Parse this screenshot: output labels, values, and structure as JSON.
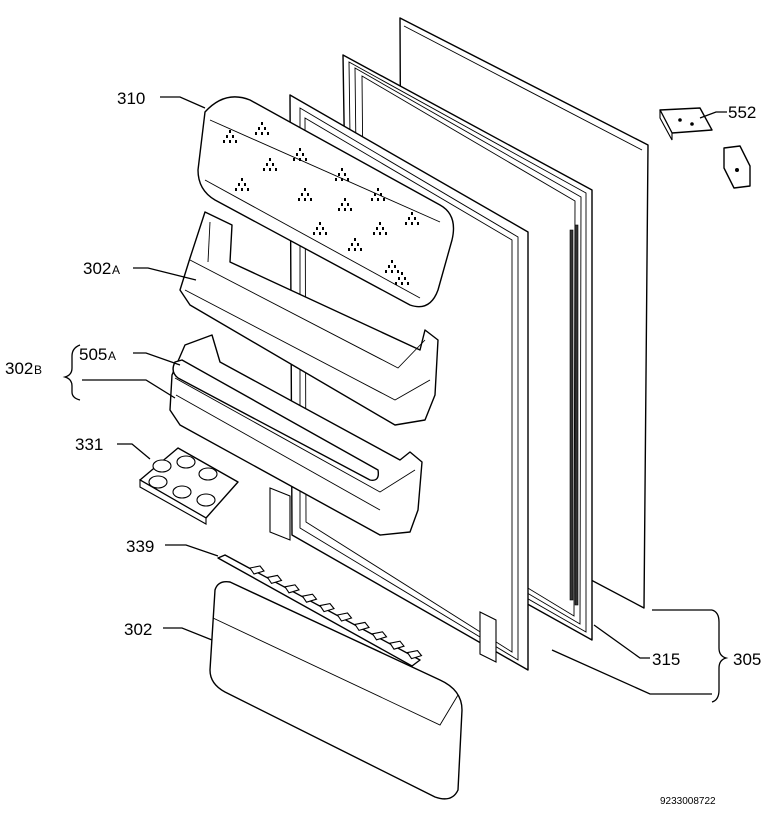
{
  "labels": {
    "l310": "310",
    "l302A_num": "302",
    "l302A_sub": "A",
    "l302B_num": "302",
    "l302B_sub": "B",
    "l505A_num": "505",
    "l505A_sub": "A",
    "l331": "331",
    "l339": "339",
    "l302": "302",
    "l552": "552",
    "l315": "315",
    "l305": "305"
  },
  "drawing_code": "9233008722"
}
